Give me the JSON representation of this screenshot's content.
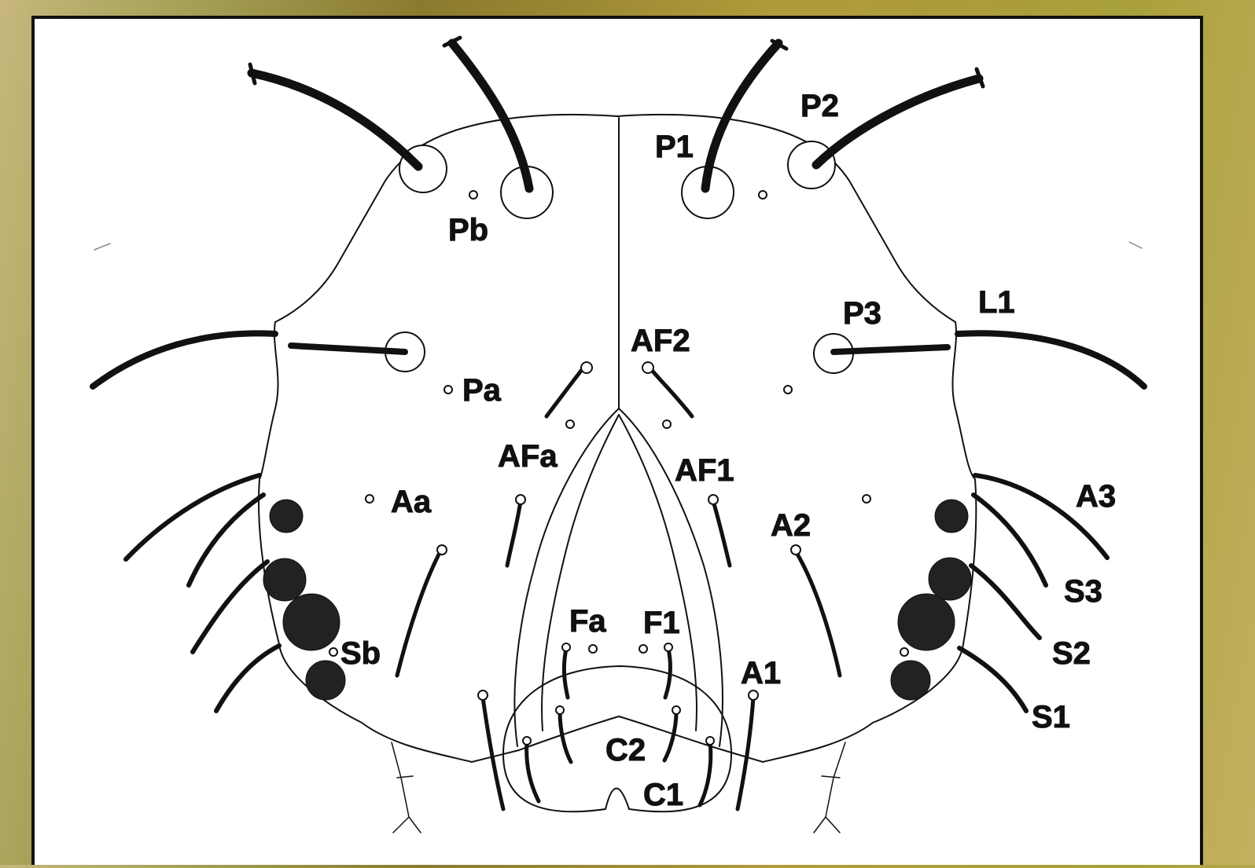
{
  "diagram": {
    "labels": {
      "P1": "P1",
      "P2": "P2",
      "Pb": "Pb",
      "P3": "P3",
      "L1": "L1",
      "AF2": "AF2",
      "Pa": "Pa",
      "AFa": "AFa",
      "AF1": "AF1",
      "Aa": "Aa",
      "A2": "A2",
      "A3": "A3",
      "S3": "S3",
      "S2": "S2",
      "S1": "S1",
      "Sb": "Sb",
      "Fa": "Fa",
      "F1": "F1",
      "A1": "A1",
      "C2": "C2",
      "C1": "C1"
    },
    "colors": {
      "ink": "#111111",
      "paper": "#ffffff",
      "background": "#9c8f3e"
    }
  }
}
